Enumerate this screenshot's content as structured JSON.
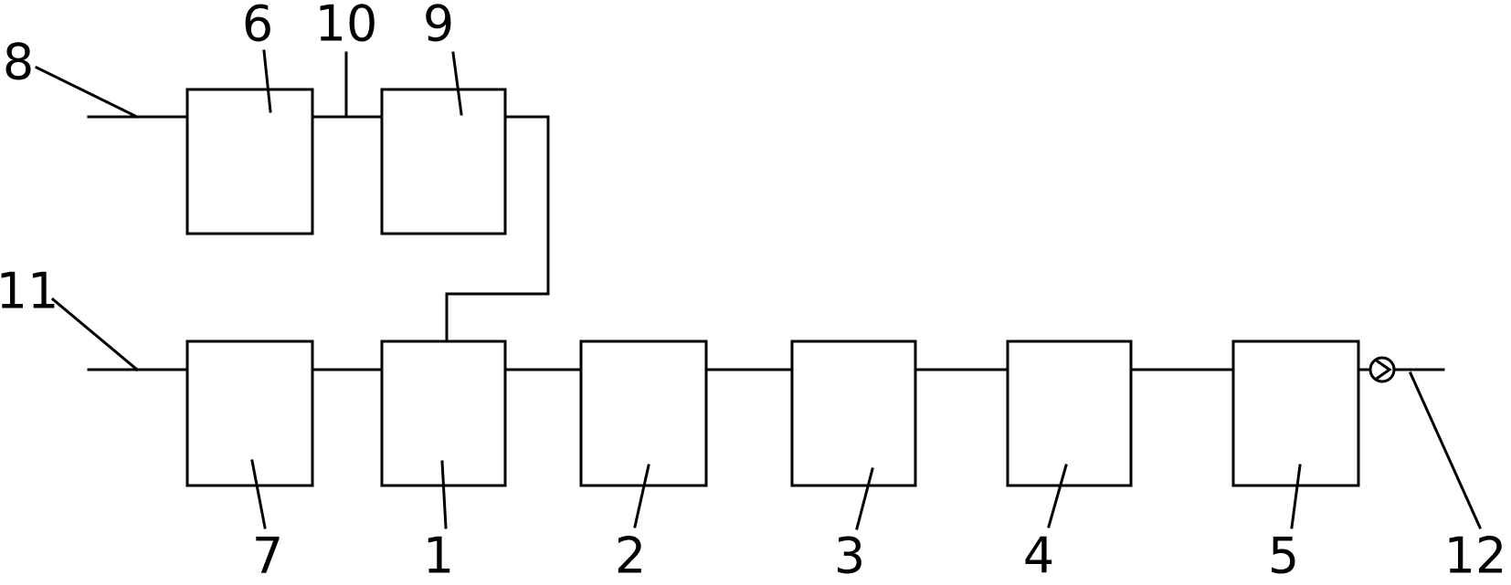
{
  "labels": {
    "box_1": "1",
    "box_2": "2",
    "box_3": "3",
    "box_4": "4",
    "box_5": "5",
    "box_6": "6",
    "box_7": "7",
    "line_8": "8",
    "box_9": "9",
    "line_10": "10",
    "line_11": "11",
    "pump_12": "12"
  },
  "colors": {
    "stroke": "#000000",
    "background": "#ffffff"
  }
}
